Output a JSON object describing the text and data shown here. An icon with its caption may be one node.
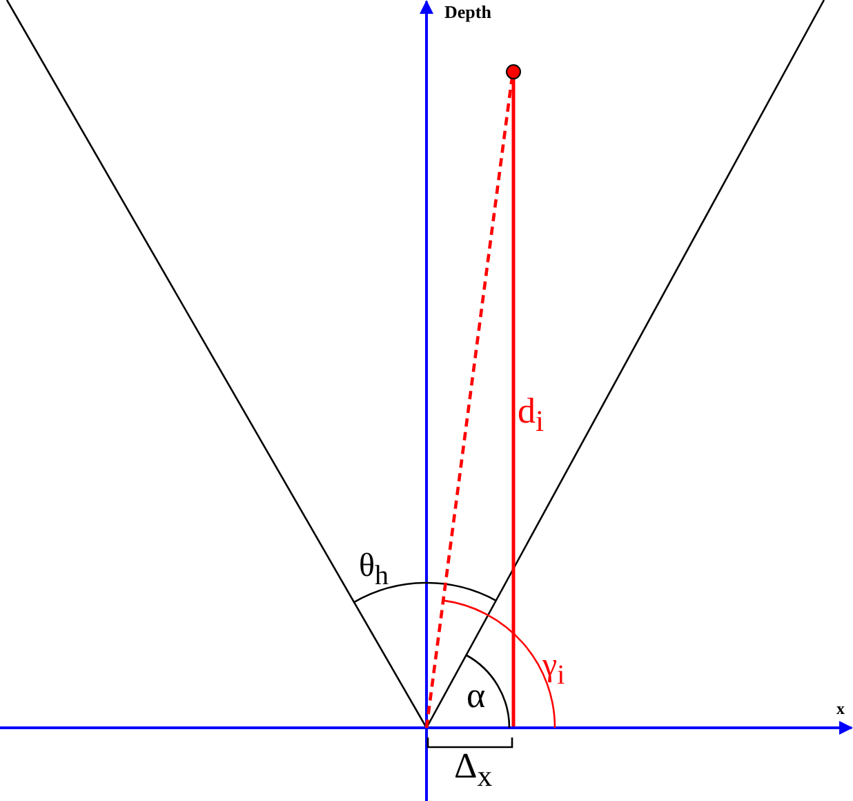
{
  "diagram": {
    "labels": [
      "Depth",
      "x",
      "θ$_{h}$",
      "d$_{i}$",
      "γ$_{i}$",
      "α",
      "Δ$_{x}$"
    ]
  }
}
